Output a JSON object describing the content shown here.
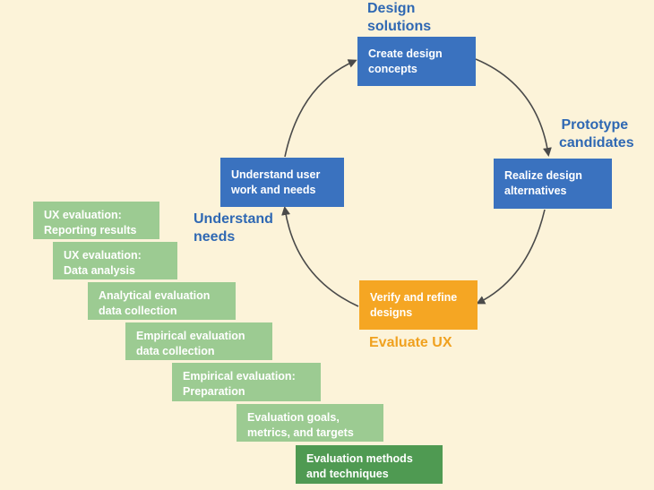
{
  "cycle": {
    "design_solutions": {
      "line1": "Design",
      "line2": "solutions"
    },
    "create_design_concepts": {
      "line1": "Create design",
      "line2": "concepts"
    },
    "prototype_candidates": {
      "line1": "Prototype",
      "line2": "candidates"
    },
    "realize_design_alternatives": {
      "line1": "Realize design",
      "line2": "alternatives"
    },
    "verify_refine_designs": {
      "line1": "Verify and refine",
      "line2": "designs"
    },
    "evaluate_ux": "Evaluate UX",
    "understand_user_work": {
      "line1": "Understand user",
      "line2": "work and needs"
    },
    "understand_needs": {
      "line1": "Understand",
      "line2": "needs"
    }
  },
  "steps": [
    {
      "line1": "UX evaluation:",
      "line2": "Reporting results"
    },
    {
      "line1": "UX evaluation:",
      "line2": "Data analysis"
    },
    {
      "line1": "Analytical evaluation",
      "line2": "data collection"
    },
    {
      "line1": "Empirical evaluation",
      "line2": "data collection"
    },
    {
      "line1": "Empirical evaluation:",
      "line2": "Preparation"
    },
    {
      "line1": "Evaluation goals,",
      "line2": "metrics, and targets"
    },
    {
      "line1": "Evaluation methods",
      "line2": "and techniques"
    }
  ],
  "colors": {
    "background": "#fcf3d9",
    "blue": "#3a72bf",
    "orange": "#f5a623",
    "light_green": "#9ccb92",
    "dark_green": "#4f9a52",
    "arrow": "#4a4a4a"
  }
}
